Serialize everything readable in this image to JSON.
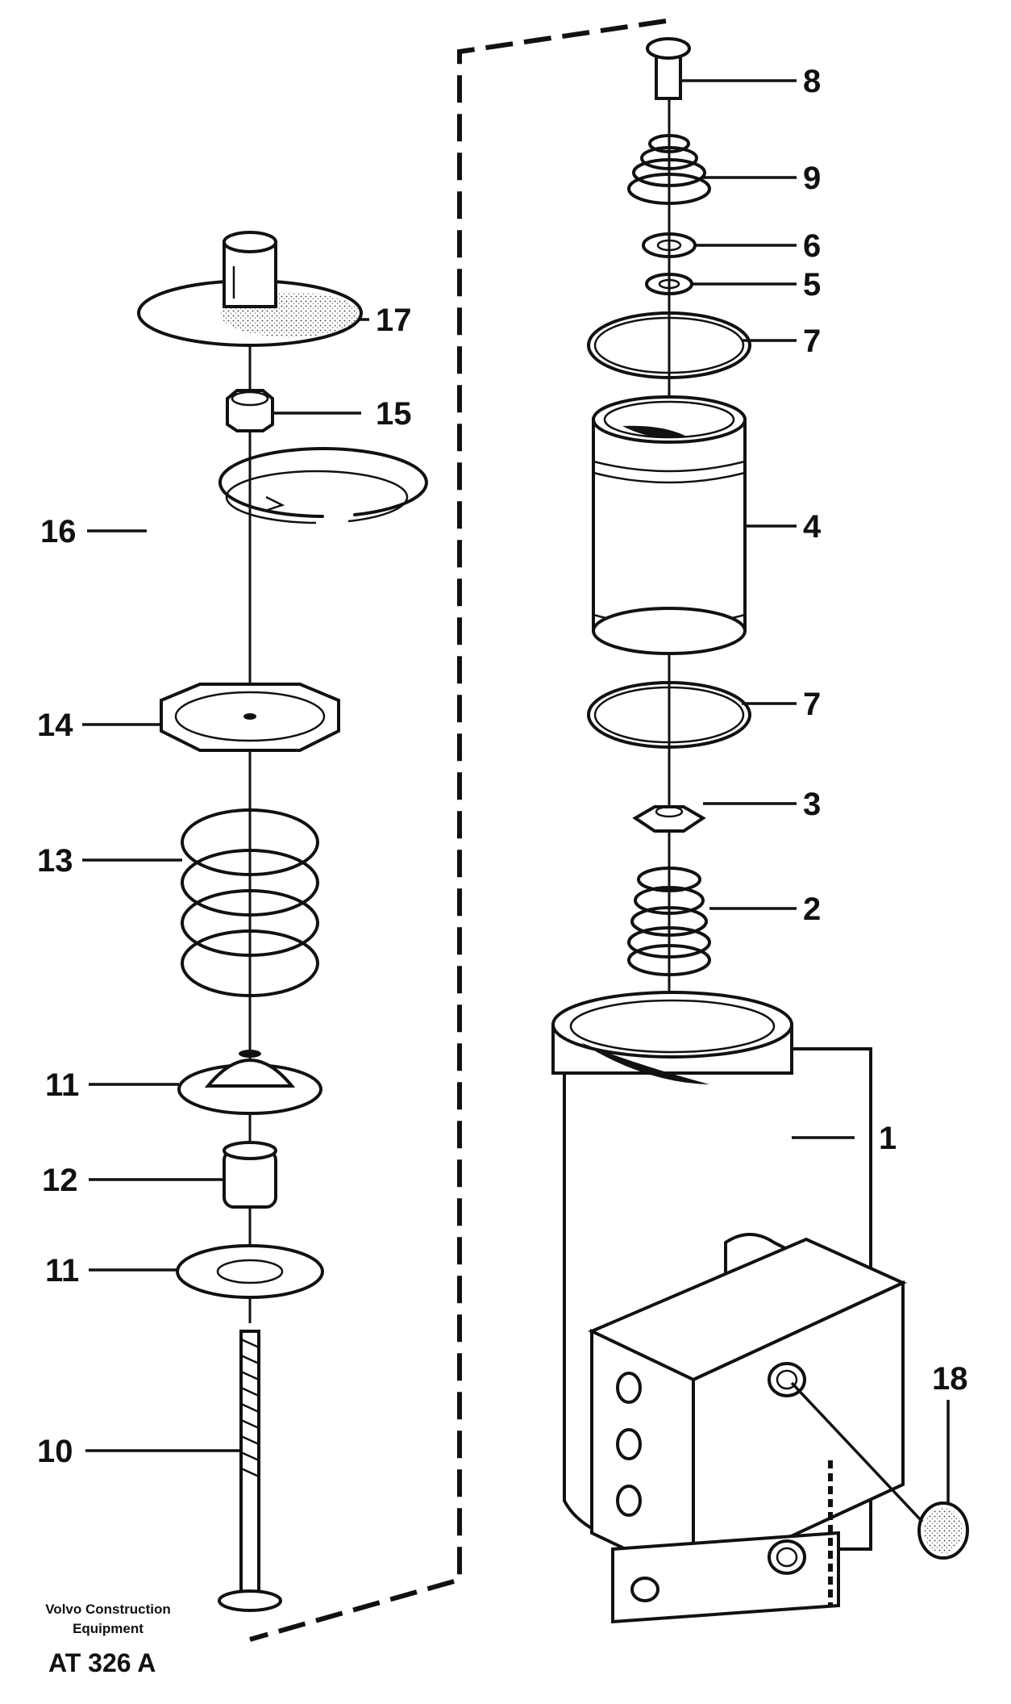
{
  "diagram": {
    "callouts": {
      "c1": "1",
      "c2": "2",
      "c3": "3",
      "c4": "4",
      "c5": "5",
      "c6": "6",
      "c7a": "7",
      "c7b": "7",
      "c8": "8",
      "c9": "9",
      "c10": "10",
      "c11a": "11",
      "c11b": "11",
      "c12": "12",
      "c13": "13",
      "c14": "14",
      "c15": "15",
      "c16": "16",
      "c17": "17",
      "c18": "18"
    },
    "footer": {
      "line1": "Volvo Construction",
      "line2": "Equipment",
      "code": "AT 326 A"
    }
  }
}
